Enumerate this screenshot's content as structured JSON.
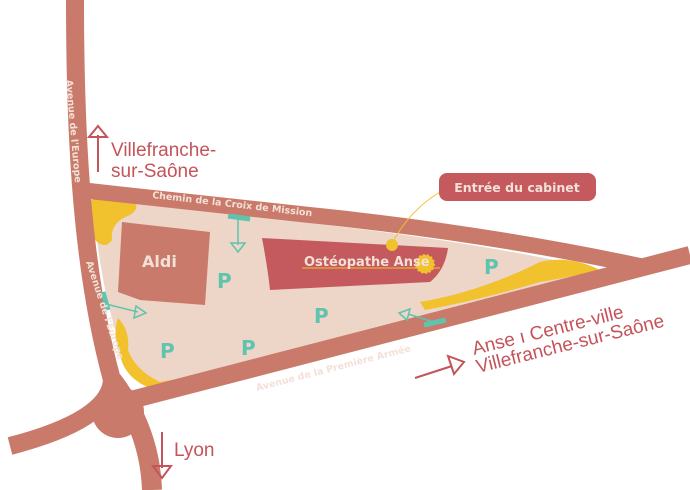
{
  "colors": {
    "road": "#c97a6a",
    "lot": "#edd5c8",
    "building": "#c97a6a",
    "office": "#c55a5e",
    "green_space": "#f2c12e",
    "entrance": "#5fc4ad",
    "text": "#c5535a"
  },
  "roads": {
    "avenue_europe_top": "Avenue de l'Europe",
    "avenue_europe_bottom": "Avenue de l'Europe",
    "chemin": "Chemin de la Croix de Mission",
    "premiere_armee": "Avenue de la Première Armée"
  },
  "directions": {
    "north_line1": "Villefranche-",
    "north_line2": "sur-Saône",
    "south": "Lyon",
    "east_line1": "Anse ı Centre-ville",
    "east_line2": "Villefranche-sur-Saône"
  },
  "buildings": {
    "aldi": "Aldi",
    "office": "Ostéopathe Anse"
  },
  "parking_label": "P",
  "callout": "Entrée du cabinet"
}
